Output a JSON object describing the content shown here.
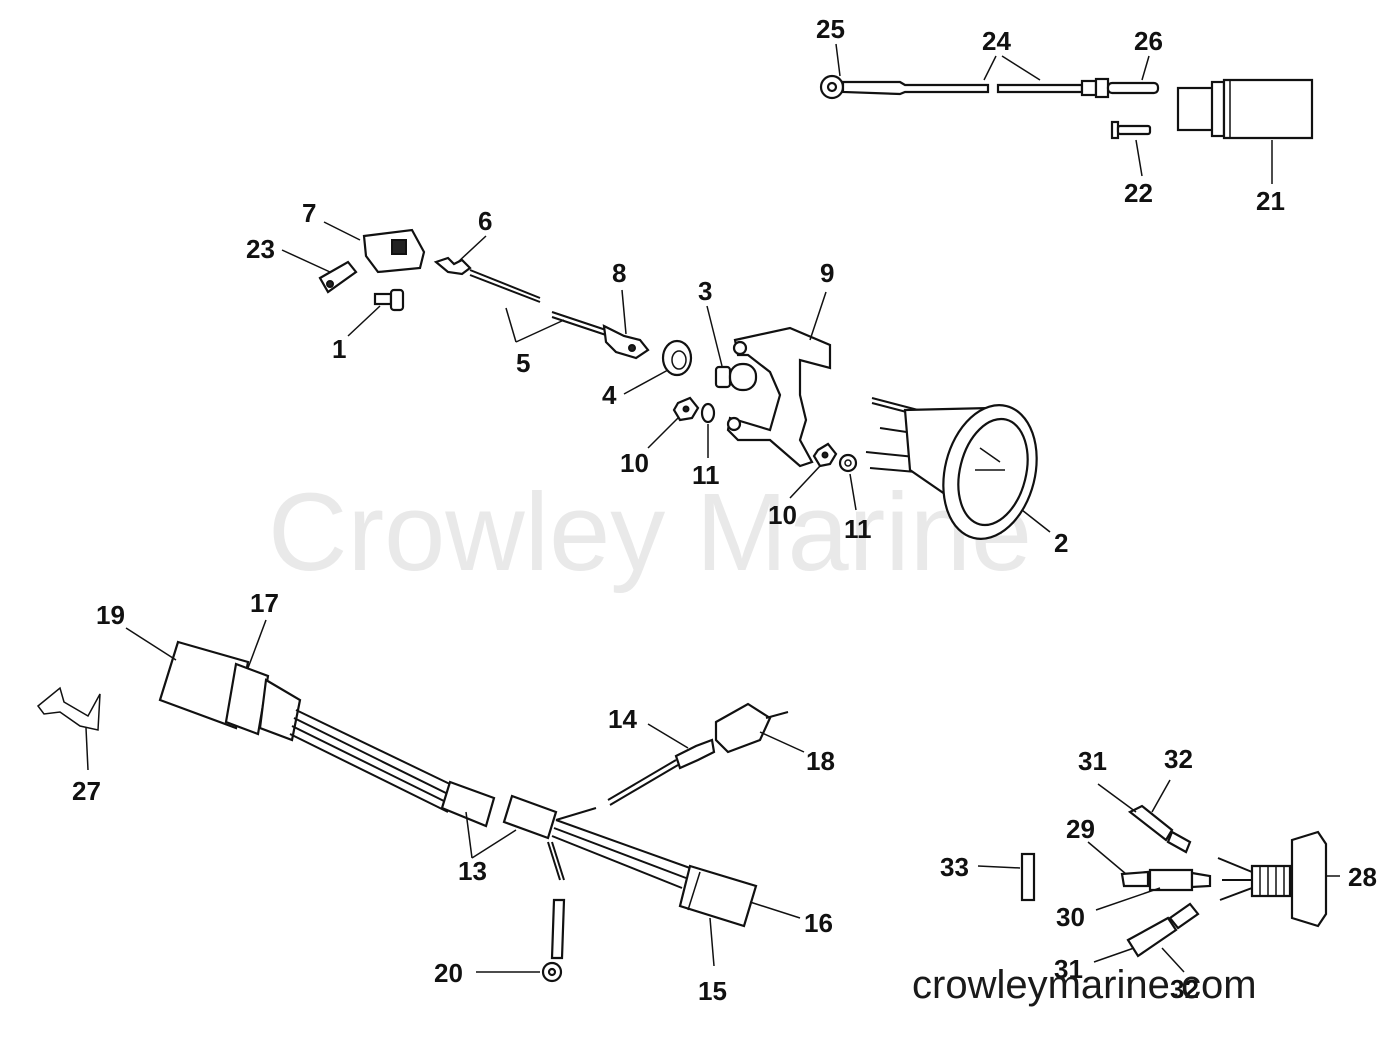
{
  "watermark": "Crowley Marine",
  "website": "crowleymarine.com",
  "labels": {
    "l1": "1",
    "l2": "2",
    "l3": "3",
    "l4": "4",
    "l5": "5",
    "l6": "6",
    "l7": "7",
    "l8": "8",
    "l9": "9",
    "l10a": "10",
    "l10b": "10",
    "l11a": "11",
    "l11b": "11",
    "l13": "13",
    "l14": "14",
    "l15": "15",
    "l16": "16",
    "l17": "17",
    "l18": "18",
    "l19": "19",
    "l20": "20",
    "l21": "21",
    "l22": "22",
    "l23": "23",
    "l24": "24",
    "l25": "25",
    "l26": "26",
    "l27": "27",
    "l28": "28",
    "l29": "29",
    "l30": "30",
    "l31a": "31",
    "l31b": "31",
    "l32a": "32",
    "l32b": "32",
    "l33": "33"
  }
}
